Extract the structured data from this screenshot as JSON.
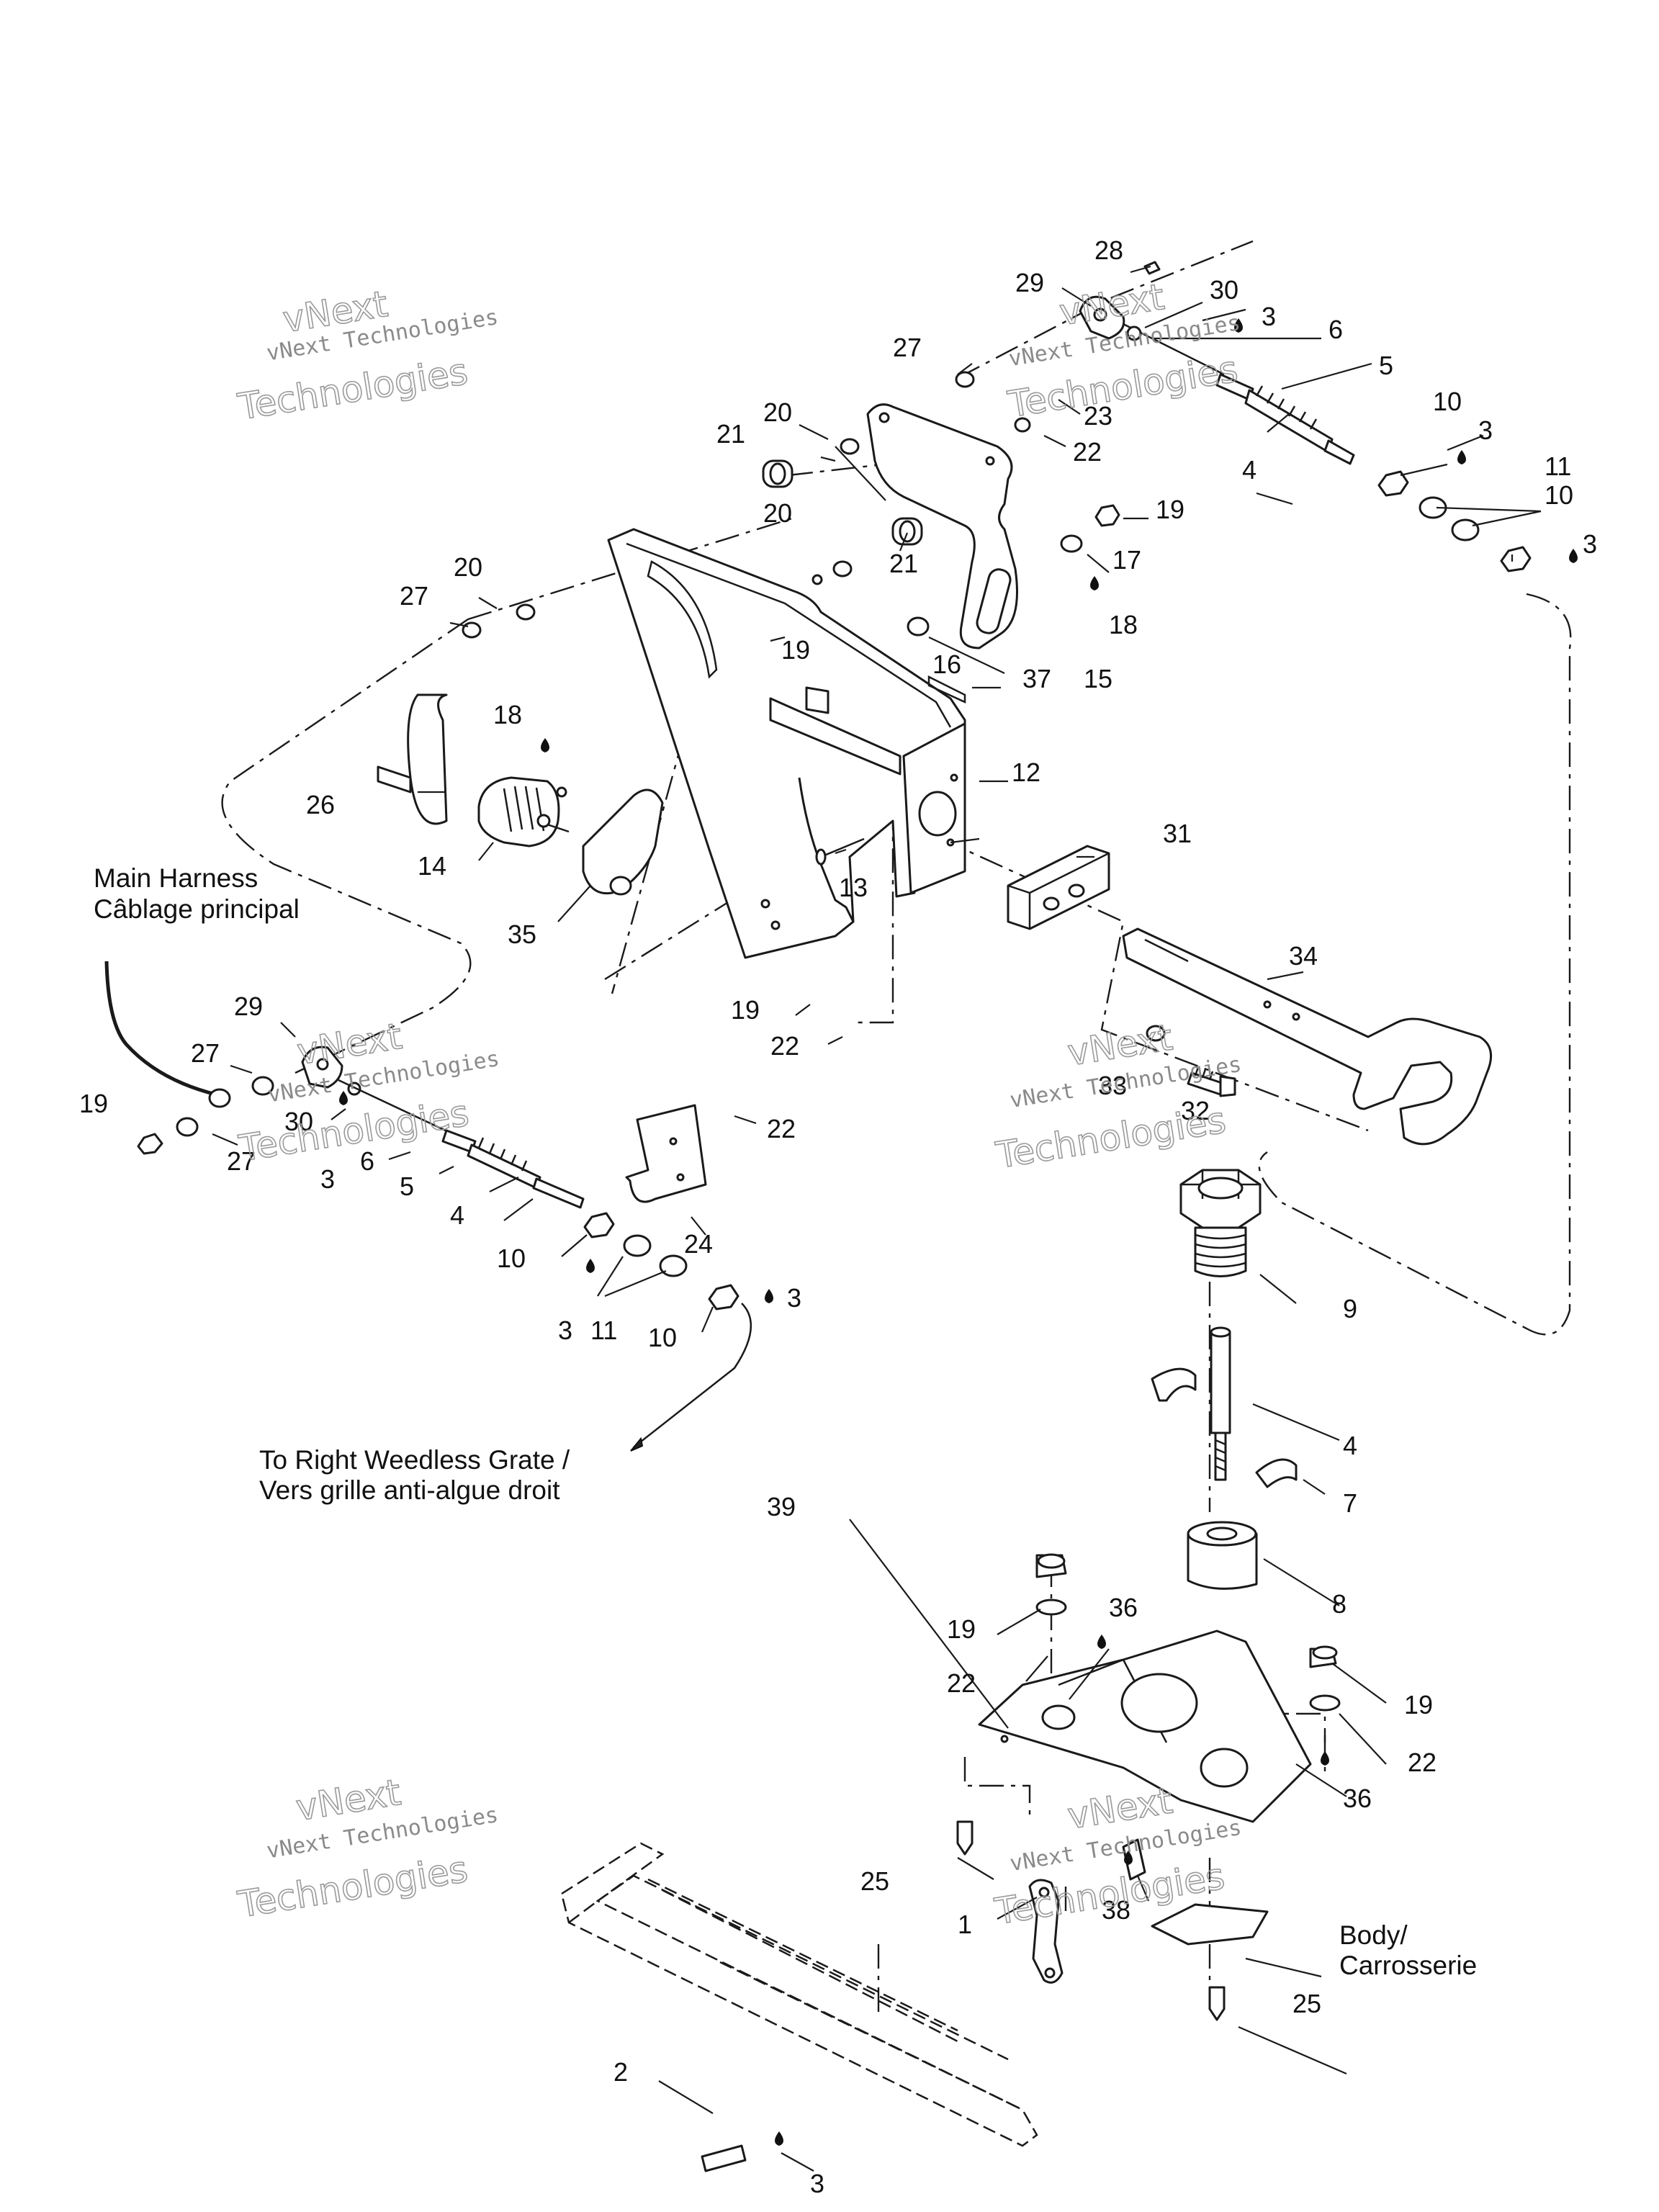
{
  "watermark": {
    "line1": "vNext",
    "line2": "vNext Technologies",
    "line3": "Technologies"
  },
  "notes": {
    "main_harness_en": "Main Harness",
    "main_harness_fr": "Câblage principal",
    "right_grate_en": "To Right Weedless Grate /",
    "right_grate_fr": "Vers grille anti-algue droit",
    "body_en": "Body/",
    "body_fr": "Carrosserie"
  },
  "callouts": [
    {
      "text": "28"
    },
    {
      "text": "29"
    },
    {
      "text": "30"
    },
    {
      "text": "3"
    },
    {
      "text": "6"
    },
    {
      "text": "5"
    },
    {
      "text": "27"
    },
    {
      "text": "23"
    },
    {
      "text": "22"
    },
    {
      "text": "20"
    },
    {
      "text": "21"
    },
    {
      "text": "4"
    },
    {
      "text": "10"
    },
    {
      "text": "3"
    },
    {
      "text": "11"
    },
    {
      "text": "10"
    },
    {
      "text": "3"
    },
    {
      "text": "19"
    },
    {
      "text": "20"
    },
    {
      "text": "21"
    },
    {
      "text": "17"
    },
    {
      "text": "18"
    },
    {
      "text": "27"
    },
    {
      "text": "20"
    },
    {
      "text": "19"
    },
    {
      "text": "16"
    },
    {
      "text": "15"
    },
    {
      "text": "37"
    },
    {
      "text": "18"
    },
    {
      "text": "26"
    },
    {
      "text": "12"
    },
    {
      "text": "14"
    },
    {
      "text": "31"
    },
    {
      "text": "13"
    },
    {
      "text": "35"
    },
    {
      "text": "34"
    },
    {
      "text": "19"
    },
    {
      "text": "22"
    },
    {
      "text": "29"
    },
    {
      "text": "27"
    },
    {
      "text": "19"
    },
    {
      "text": "30"
    },
    {
      "text": "27"
    },
    {
      "text": "3"
    },
    {
      "text": "6"
    },
    {
      "text": "22"
    },
    {
      "text": "33"
    },
    {
      "text": "32"
    },
    {
      "text": "5"
    },
    {
      "text": "4"
    },
    {
      "text": "24"
    },
    {
      "text": "10"
    },
    {
      "text": "3"
    },
    {
      "text": "3"
    },
    {
      "text": "11"
    },
    {
      "text": "10"
    },
    {
      "text": "9"
    },
    {
      "text": "4"
    },
    {
      "text": "7"
    },
    {
      "text": "8"
    },
    {
      "text": "39"
    },
    {
      "text": "19"
    },
    {
      "text": "36"
    },
    {
      "text": "22"
    },
    {
      "text": "19"
    },
    {
      "text": "22"
    },
    {
      "text": "36"
    },
    {
      "text": "25"
    },
    {
      "text": "38"
    },
    {
      "text": "1"
    },
    {
      "text": "25"
    },
    {
      "text": "2"
    },
    {
      "text": "3"
    }
  ]
}
